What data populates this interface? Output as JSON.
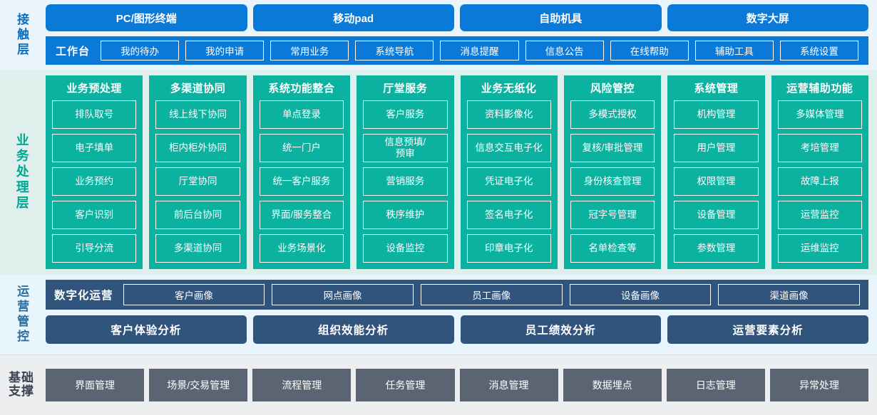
{
  "layers": {
    "touch": {
      "label": "接触层",
      "channels": [
        {
          "label": "PC/图形终端"
        },
        {
          "label": "移动pad"
        },
        {
          "label": "自助机具"
        },
        {
          "label": "数字大屏"
        }
      ],
      "workbench_label": "工作台",
      "menu": [
        {
          "label": "我的待办"
        },
        {
          "label": "我的申请"
        },
        {
          "label": "常用业务"
        },
        {
          "label": "系统导航"
        },
        {
          "label": "消息提醒"
        },
        {
          "label": "信息公告"
        },
        {
          "label": "在线帮助"
        },
        {
          "label": "辅助工具"
        },
        {
          "label": "系统设置"
        }
      ]
    },
    "business": {
      "label": "业务处理层",
      "columns": [
        {
          "title": "业务预处理",
          "items": [
            {
              "label": "排队取号"
            },
            {
              "label": "电子填单"
            },
            {
              "label": "业务预约"
            },
            {
              "label": "客户识别"
            },
            {
              "label": "引导分流"
            }
          ]
        },
        {
          "title": "多渠道协同",
          "items": [
            {
              "label": "线上线下协同"
            },
            {
              "label": "柜内柜外协同"
            },
            {
              "label": "厅堂协同"
            },
            {
              "label": "前后台协同"
            },
            {
              "label": "多渠道协同"
            }
          ]
        },
        {
          "title": "系统功能整合",
          "items": [
            {
              "label": "单点登录"
            },
            {
              "label": "统一门户"
            },
            {
              "label": "统一客户服务"
            },
            {
              "label": "界面/服务整合"
            },
            {
              "label": "业务场景化"
            }
          ]
        },
        {
          "title": "厅堂服务",
          "items": [
            {
              "label": "客户服务"
            },
            {
              "label": "信息预填/\n预审"
            },
            {
              "label": "营销服务"
            },
            {
              "label": "秩序维护"
            },
            {
              "label": "设备监控"
            }
          ]
        },
        {
          "title": "业务无纸化",
          "items": [
            {
              "label": "资料影像化"
            },
            {
              "label": "信息交互电子化"
            },
            {
              "label": "凭证电子化"
            },
            {
              "label": "签名电子化"
            },
            {
              "label": "印章电子化"
            }
          ]
        },
        {
          "title": "风险管控",
          "items": [
            {
              "label": "多模式授权"
            },
            {
              "label": "复核/审批管理"
            },
            {
              "label": "身份核查管理"
            },
            {
              "label": "冠字号管理"
            },
            {
              "label": "名单检查等"
            }
          ]
        },
        {
          "title": "系统管理",
          "items": [
            {
              "label": "机构管理"
            },
            {
              "label": "用户管理"
            },
            {
              "label": "权限管理"
            },
            {
              "label": "设备管理"
            },
            {
              "label": "参数管理"
            }
          ]
        },
        {
          "title": "运营辅助功能",
          "items": [
            {
              "label": "多媒体管理"
            },
            {
              "label": "考培管理"
            },
            {
              "label": "故障上报"
            },
            {
              "label": "运营监控"
            },
            {
              "label": "运维监控"
            }
          ]
        }
      ]
    },
    "operations": {
      "label": "运营管控",
      "digital_title": "数字化运营",
      "portraits": [
        {
          "label": "客户画像"
        },
        {
          "label": "网点画像"
        },
        {
          "label": "员工画像"
        },
        {
          "label": "设备画像"
        },
        {
          "label": "渠道画像"
        }
      ],
      "analyses": [
        {
          "label": "客户体验分析"
        },
        {
          "label": "组织效能分析"
        },
        {
          "label": "员工绩效分析"
        },
        {
          "label": "运营要素分析"
        }
      ]
    },
    "base": {
      "label_line1": "基础",
      "label_line2": "支撑",
      "items": [
        {
          "label": "界面管理"
        },
        {
          "label": "场景/交易管理"
        },
        {
          "label": "流程管理"
        },
        {
          "label": "任务管理"
        },
        {
          "label": "消息管理"
        },
        {
          "label": "数据埋点"
        },
        {
          "label": "日志管理"
        },
        {
          "label": "异常处理"
        }
      ]
    }
  },
  "colors": {
    "touch_blue": "#0a79d8",
    "touch_bg": "#eaf4fc",
    "business_teal": "#0ab29f",
    "business_bg": "#dff0ec",
    "operations_slate": "#31547d",
    "operations_bg": "#e9f5fd",
    "base_gray": "#5b6472",
    "base_bg": "#eceef0"
  }
}
